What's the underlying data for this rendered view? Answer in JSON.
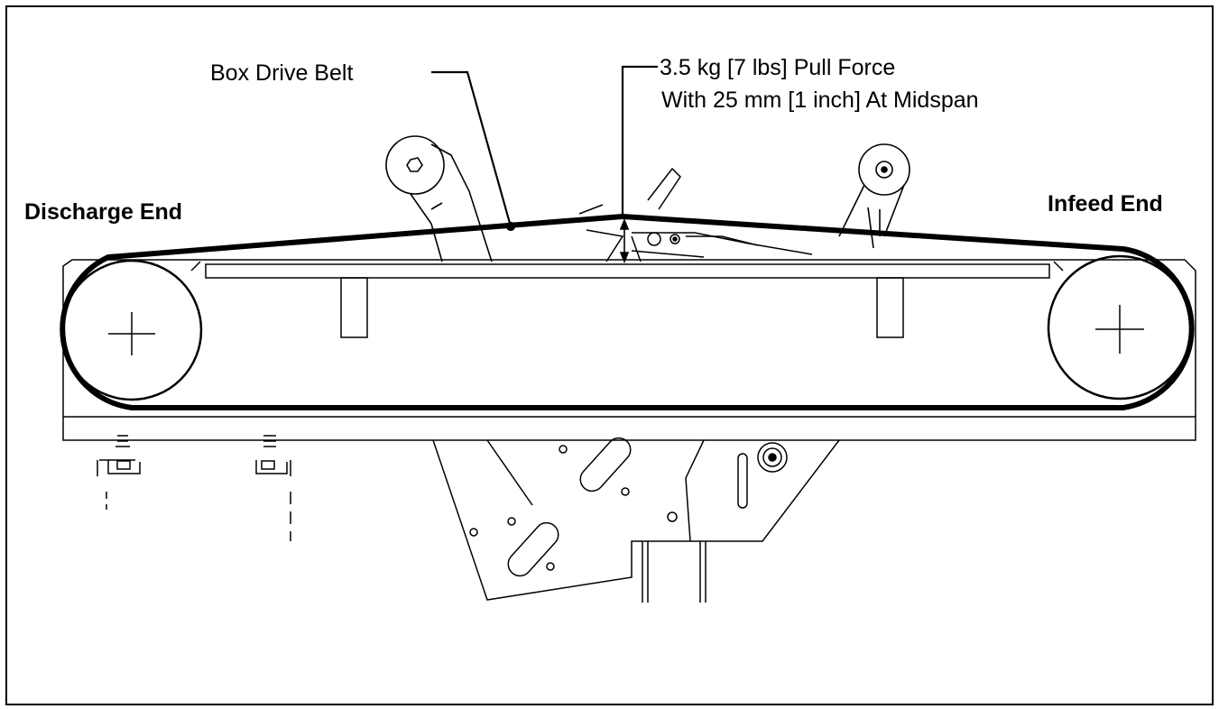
{
  "labels": {
    "box_drive_belt": "Box Drive Belt",
    "pull_force_line1": "3.5 kg [7 lbs] Pull Force",
    "pull_force_line2": "With 25 mm [1 inch] At Midspan",
    "discharge_end": "Discharge End",
    "infeed_end": "Infeed End"
  }
}
